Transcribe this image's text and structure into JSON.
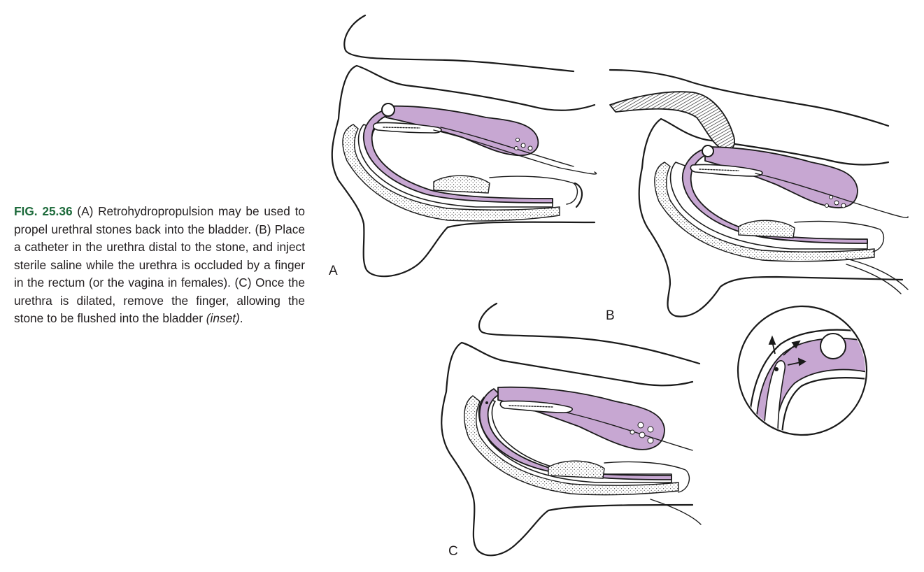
{
  "caption": {
    "figure_number": "FIG. 25.36",
    "text_part1": " (A) Retrohydropropulsion may be used to propel urethral stones back into the bladder. (B) Place a catheter in the urethra distal to the stone, and inject sterile saline while the urethra is occluded by a finger in the rectum (or the vagina in females). (C) Once the urethra is dilated, remove the finger, allowing the stone to be flushed into the bladder ",
    "text_italic": "(inset)",
    "text_end": "."
  },
  "panels": {
    "a_label": "A",
    "b_label": "B",
    "c_label": "C"
  },
  "colors": {
    "caption_fig_number": "#1e6b3c",
    "bladder_purple": "#c7a7d2",
    "line": "#1a1a1a"
  }
}
